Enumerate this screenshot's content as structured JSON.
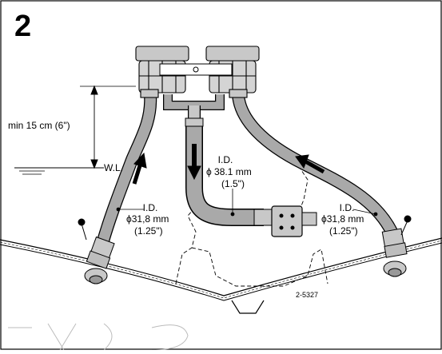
{
  "figure": {
    "number": "2",
    "drawing_ref": "2-5327"
  },
  "labels": {
    "min_height": "min 15 cm (6\")",
    "waterline": "W.L.",
    "left_hose": {
      "id": "I.D.",
      "mm": "ϕ31,8 mm",
      "inch": "(1.25\")"
    },
    "center_hose": {
      "id": "I.D.",
      "mm": "ϕ 38.1 mm",
      "inch": "(1.5\")"
    },
    "right_hose": {
      "id": "I.D.",
      "mm": "ϕ31,8 mm",
      "inch": "(1.25\")"
    }
  },
  "colors": {
    "line": "#000000",
    "hose": "#a9a9a9",
    "fitting": "#c8c8c8",
    "background": "#ffffff"
  }
}
